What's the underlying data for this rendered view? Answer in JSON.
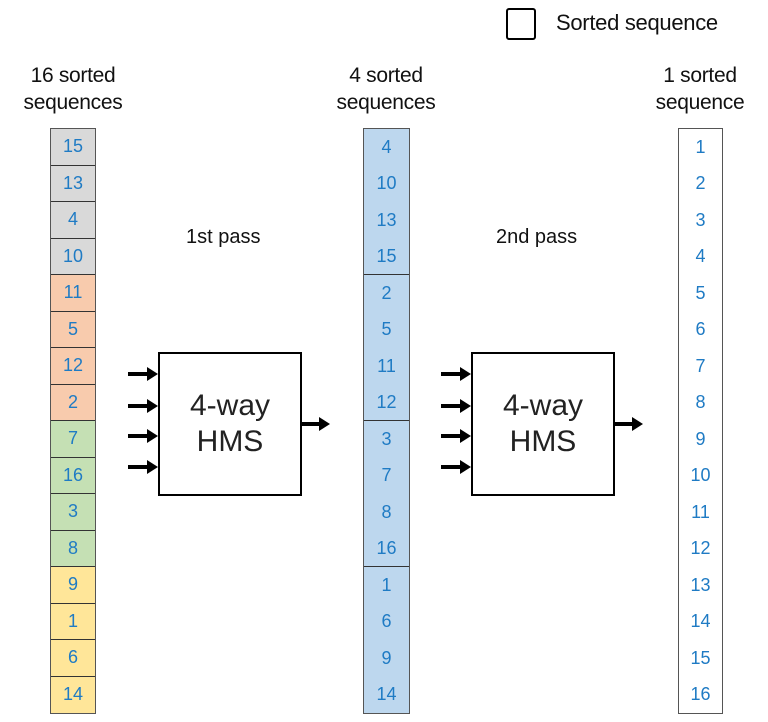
{
  "legend": {
    "label": "Sorted sequence",
    "icon": "rectangle-outline"
  },
  "columns": {
    "left": {
      "title_line1": "16 sorted",
      "title_line2": "sequences",
      "cells": [
        {
          "value": "15",
          "color": "#d9d9d9"
        },
        {
          "value": "13",
          "color": "#d9d9d9"
        },
        {
          "value": "4",
          "color": "#d9d9d9"
        },
        {
          "value": "10",
          "color": "#d9d9d9"
        },
        {
          "value": "11",
          "color": "#f8cbad"
        },
        {
          "value": "5",
          "color": "#f8cbad"
        },
        {
          "value": "12",
          "color": "#f8cbad"
        },
        {
          "value": "2",
          "color": "#f8cbad"
        },
        {
          "value": "7",
          "color": "#c5e0b4"
        },
        {
          "value": "16",
          "color": "#c5e0b4"
        },
        {
          "value": "3",
          "color": "#c5e0b4"
        },
        {
          "value": "8",
          "color": "#c5e0b4"
        },
        {
          "value": "9",
          "color": "#ffe699"
        },
        {
          "value": "1",
          "color": "#ffe699"
        },
        {
          "value": "6",
          "color": "#ffe699"
        },
        {
          "value": "14",
          "color": "#ffe699"
        }
      ]
    },
    "middle": {
      "title_line1": "4 sorted",
      "title_line2": "sequences",
      "color": "#bdd7ee",
      "groups": [
        [
          "4",
          "10",
          "13",
          "15"
        ],
        [
          "2",
          "5",
          "11",
          "12"
        ],
        [
          "3",
          "7",
          "8",
          "16"
        ],
        [
          "1",
          "6",
          "9",
          "14"
        ]
      ]
    },
    "right": {
      "title_line1": "1 sorted",
      "title_line2": "sequence",
      "cells": [
        "1",
        "2",
        "3",
        "4",
        "5",
        "6",
        "7",
        "8",
        "9",
        "10",
        "11",
        "12",
        "13",
        "14",
        "15",
        "16"
      ]
    }
  },
  "passes": [
    {
      "label": "1st pass",
      "merger_line1": "4-way",
      "merger_line2": "HMS",
      "inputs": 4,
      "outputs": 1
    },
    {
      "label": "2nd pass",
      "merger_line1": "4-way",
      "merger_line2": "HMS",
      "inputs": 4,
      "outputs": 1
    }
  ],
  "colors": {
    "number_text": "#1f7bc4",
    "border": "#333333"
  }
}
